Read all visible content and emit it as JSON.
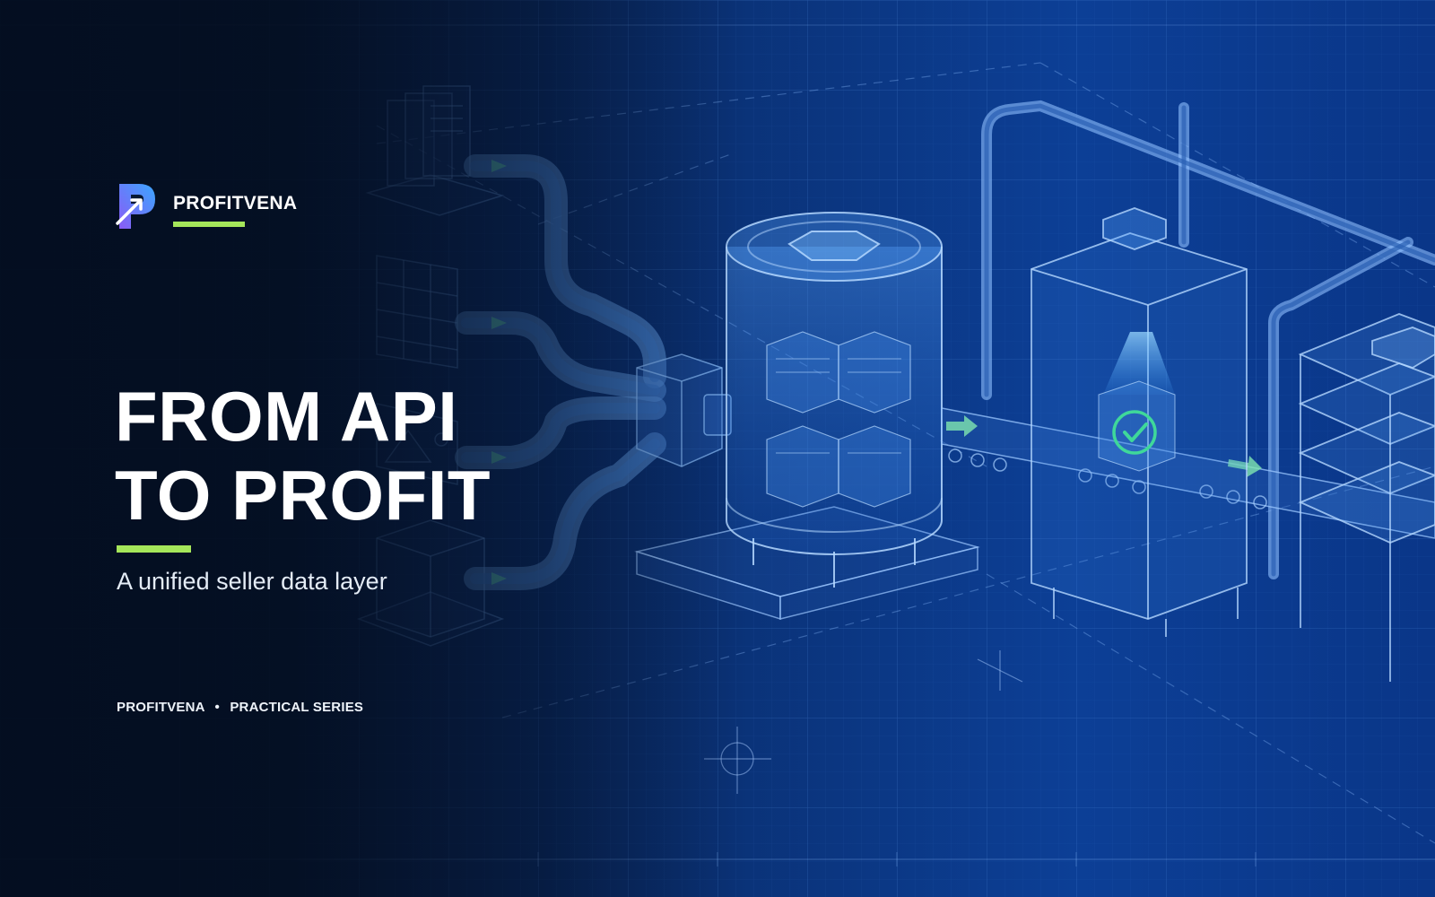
{
  "brand": {
    "name": "PROFITVENA",
    "logo_icon": "profitvena-p-arrow-logo",
    "accent_color": "#a5e65a"
  },
  "hero": {
    "title_lines": [
      "FROM API",
      "TO PROFIT"
    ],
    "subtitle": "A unified seller data layer"
  },
  "footer": {
    "brand": "PROFITVENA",
    "separator": "•",
    "series": "PRACTICAL SERIES"
  },
  "illustration": {
    "icons": [
      "documents-icon",
      "spreadsheet-icon",
      "image-icon",
      "package-icon",
      "storage-tank-icon",
      "check-icon",
      "conveyor-arrow-icon"
    ],
    "background_color": "#0b3a8c",
    "line_color": "#7fb8ff",
    "check_color": "#3fd89a"
  }
}
